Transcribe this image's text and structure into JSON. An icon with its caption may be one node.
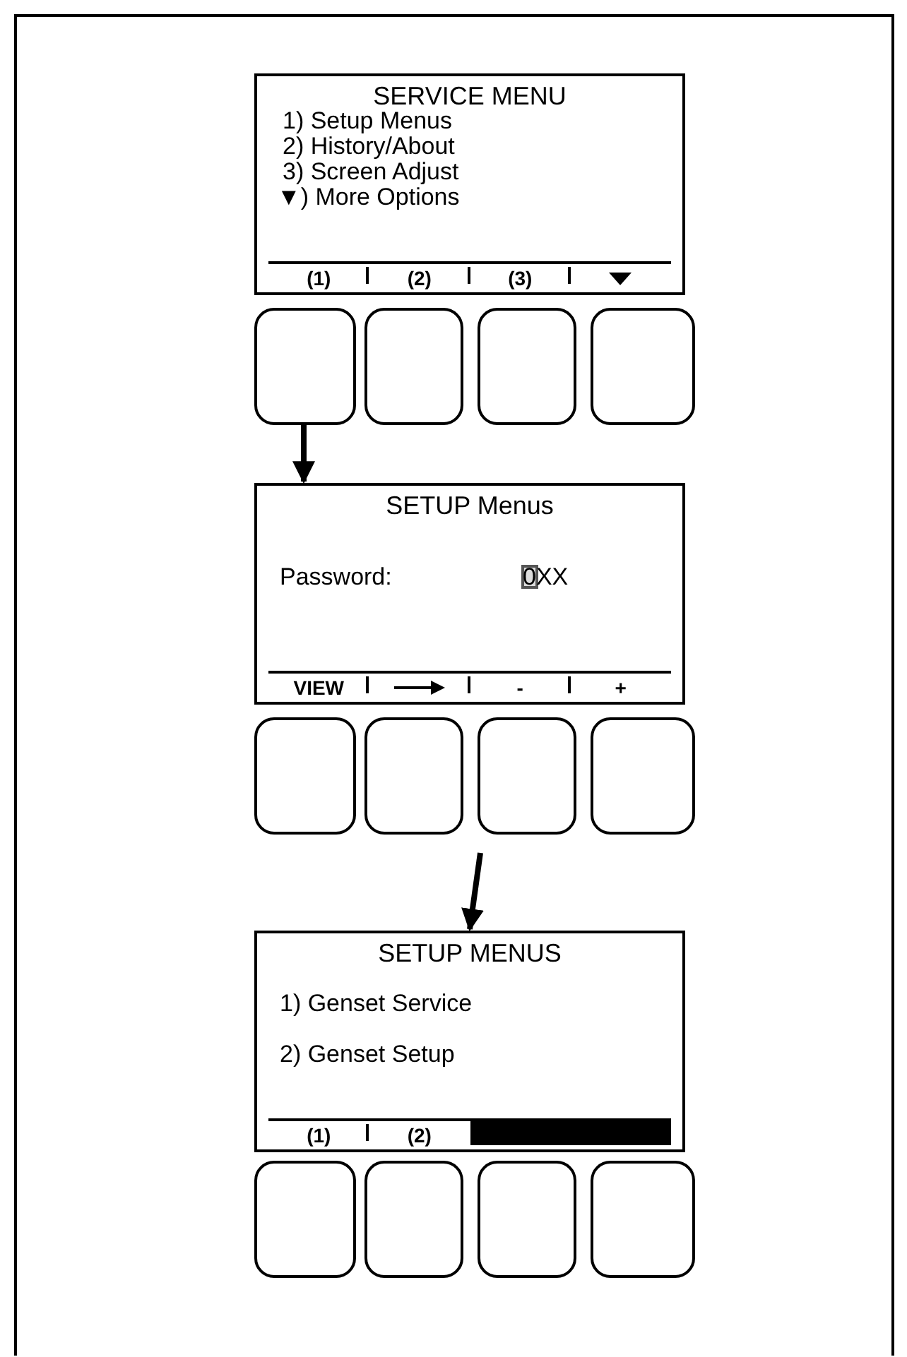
{
  "diagram": {
    "nodes": [
      {
        "text": [
          "SERVICE MENU",
          "1) Setup Menus",
          "2) History/About",
          "3) Screen Adjust",
          "▼) More Options",
          "(1)",
          "(2)",
          "(3)"
        ]
      },
      {
        "text": [],
        "shape": "box"
      },
      {
        "text": [],
        "shape": "box"
      },
      {
        "text": [],
        "shape": "box"
      },
      {
        "text": [],
        "shape": "box"
      },
      {
        "text": [
          "SETUP Menus",
          "Password:",
          "0XX",
          "VIEW",
          "-",
          "+"
        ]
      },
      {
        "text": [],
        "shape": "box"
      },
      {
        "text": [],
        "shape": "box"
      },
      {
        "text": [],
        "shape": "box"
      },
      {
        "text": [],
        "shape": "box"
      },
      {
        "text": [
          "SETUP MENUS",
          "1) Genset Service",
          "2) Genset Setup",
          "(1)",
          "(2)"
        ]
      },
      {
        "text": [],
        "shape": "box"
      },
      {
        "text": [],
        "shape": "box"
      },
      {
        "text": [],
        "shape": "box"
      },
      {
        "text": [],
        "shape": "box"
      }
    ],
    "edges": [
      {
        "from": 1,
        "to": 5,
        "arrow": "to"
      },
      {
        "from": null,
        "to": 10,
        "arrow": "to"
      }
    ]
  }
}
